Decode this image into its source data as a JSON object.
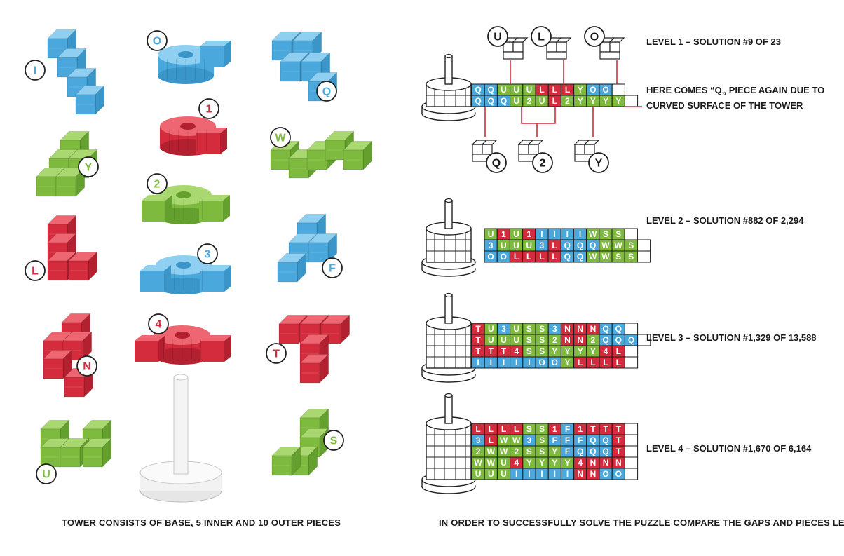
{
  "colors": {
    "blue": "#4aa8dc",
    "green": "#7dba3e",
    "red": "#d42c3c",
    "outline": "#1a1a1a",
    "white": "#ffffff"
  },
  "pieces": [
    {
      "label": "I",
      "color": "blue"
    },
    {
      "label": "O",
      "color": "blue"
    },
    {
      "label": "Q",
      "color": "blue"
    },
    {
      "label": "Y",
      "color": "green"
    },
    {
      "label": "1",
      "color": "red"
    },
    {
      "label": "W",
      "color": "green"
    },
    {
      "label": "2",
      "color": "green"
    },
    {
      "label": "L",
      "color": "red"
    },
    {
      "label": "3",
      "color": "blue"
    },
    {
      "label": "F",
      "color": "blue"
    },
    {
      "label": "4",
      "color": "red"
    },
    {
      "label": "N",
      "color": "red"
    },
    {
      "label": "T",
      "color": "red"
    },
    {
      "label": "U",
      "color": "green"
    },
    {
      "label": "S",
      "color": "green"
    }
  ],
  "captions": {
    "left": "TOWER CONSISTS OF BASE, 5 INNER AND 10 OUTER PIECES",
    "right": "IN ORDER TO SUCCESSFULLY SOLVE THE PUZZLE COMPARE THE GAPS AND PIECES LEFT"
  },
  "level1_note": {
    "line1": "HERE COMES “Q„ PIECE AGAIN DUE TO",
    "line2": "CURVED SURFACE OF THE TOWER"
  },
  "level1_callouts_top": [
    "U",
    "L",
    "O"
  ],
  "level1_callouts_bottom": [
    "Q",
    "2",
    "Y"
  ],
  "levels": [
    {
      "title": "LEVEL 1 – SOLUTION #9 OF 23",
      "rows": [
        {
          "cells": [
            [
              "Q",
              "b"
            ],
            [
              "Q",
              "b"
            ],
            [
              "U",
              "g"
            ],
            [
              "U",
              "g"
            ],
            [
              "U",
              "g"
            ],
            [
              "L",
              "r"
            ],
            [
              "L",
              "r"
            ],
            [
              "L",
              "r"
            ],
            [
              "Y",
              "g"
            ],
            [
              "O",
              "b"
            ],
            [
              "O",
              "b"
            ]
          ]
        },
        {
          "cells": [
            [
              "Q",
              "b"
            ],
            [
              "Q",
              "b"
            ],
            [
              "Q",
              "b"
            ],
            [
              "U",
              "g"
            ],
            [
              "2",
              "g"
            ],
            [
              "U",
              "g"
            ],
            [
              "L",
              "r"
            ],
            [
              "2",
              "g"
            ],
            [
              "Y",
              "g"
            ],
            [
              "Y",
              "g"
            ],
            [
              "Y",
              "g"
            ],
            [
              "Y",
              "g"
            ]
          ]
        }
      ]
    },
    {
      "title": "LEVEL 2 – SOLUTION #882 OF 2,294",
      "rows": [
        {
          "cells": [
            [
              "U",
              "g"
            ],
            [
              "1",
              "r"
            ],
            [
              "U",
              "g"
            ],
            [
              "1",
              "r"
            ],
            [
              "I",
              "b"
            ],
            [
              "I",
              "b"
            ],
            [
              "I",
              "b"
            ],
            [
              "I",
              "b"
            ],
            [
              "W",
              "g"
            ],
            [
              "S",
              "g"
            ],
            [
              "S",
              "g"
            ]
          ]
        },
        {
          "cells": [
            [
              "3",
              "b"
            ],
            [
              "U",
              "g"
            ],
            [
              "U",
              "g"
            ],
            [
              "U",
              "g"
            ],
            [
              "3",
              "b"
            ],
            [
              "L",
              "r"
            ],
            [
              "Q",
              "b"
            ],
            [
              "Q",
              "b"
            ],
            [
              "Q",
              "b"
            ],
            [
              "W",
              "g"
            ],
            [
              "W",
              "g"
            ],
            [
              "S",
              "g"
            ]
          ]
        },
        {
          "cells": [
            [
              "O",
              "b"
            ],
            [
              "O",
              "b"
            ],
            [
              "L",
              "r"
            ],
            [
              "L",
              "r"
            ],
            [
              "L",
              "r"
            ],
            [
              "L",
              "r"
            ],
            [
              "Q",
              "b"
            ],
            [
              "Q",
              "b"
            ],
            [
              "W",
              "g"
            ],
            [
              "W",
              "g"
            ],
            [
              "S",
              "g"
            ],
            [
              "S",
              "g"
            ]
          ]
        }
      ]
    },
    {
      "title": "LEVEL 3 – SOLUTION #1,329 OF 13,588",
      "rows": [
        {
          "cells": [
            [
              "T",
              "r"
            ],
            [
              "U",
              "g"
            ],
            [
              "3",
              "b"
            ],
            [
              "U",
              "g"
            ],
            [
              "S",
              "g"
            ],
            [
              "S",
              "g"
            ],
            [
              "3",
              "b"
            ],
            [
              "N",
              "r"
            ],
            [
              "N",
              "r"
            ],
            [
              "N",
              "r"
            ],
            [
              "Q",
              "b"
            ],
            [
              "Q",
              "b"
            ]
          ]
        },
        {
          "cells": [
            [
              "T",
              "r"
            ],
            [
              "U",
              "g"
            ],
            [
              "U",
              "g"
            ],
            [
              "U",
              "g"
            ],
            [
              "S",
              "g"
            ],
            [
              "S",
              "g"
            ],
            [
              "2",
              "g"
            ],
            [
              "N",
              "r"
            ],
            [
              "N",
              "r"
            ],
            [
              "2",
              "g"
            ],
            [
              "Q",
              "b"
            ],
            [
              "Q",
              "b"
            ],
            [
              "Q",
              "b"
            ]
          ]
        },
        {
          "cells": [
            [
              "T",
              "r"
            ],
            [
              "T",
              "r"
            ],
            [
              "T",
              "r"
            ],
            [
              "4",
              "r"
            ],
            [
              "S",
              "g"
            ],
            [
              "S",
              "g"
            ],
            [
              "Y",
              "g"
            ],
            [
              "Y",
              "g"
            ],
            [
              "Y",
              "g"
            ],
            [
              "Y",
              "g"
            ],
            [
              "4",
              "r"
            ],
            [
              "L",
              "r"
            ]
          ]
        },
        {
          "cells": [
            [
              "I",
              "b"
            ],
            [
              "I",
              "b"
            ],
            [
              "I",
              "b"
            ],
            [
              "I",
              "b"
            ],
            [
              "I",
              "b"
            ],
            [
              "O",
              "b"
            ],
            [
              "O",
              "b"
            ],
            [
              "Y",
              "g"
            ],
            [
              "L",
              "r"
            ],
            [
              "L",
              "r"
            ],
            [
              "L",
              "r"
            ],
            [
              "L",
              "r"
            ]
          ]
        }
      ]
    },
    {
      "title": "LEVEL 4 – SOLUTION #1,670 OF 6,164",
      "rows": [
        {
          "cells": [
            [
              "L",
              "r"
            ],
            [
              "L",
              "r"
            ],
            [
              "L",
              "r"
            ],
            [
              "L",
              "r"
            ],
            [
              "S",
              "g"
            ],
            [
              "S",
              "g"
            ],
            [
              "1",
              "r"
            ],
            [
              "F",
              "b"
            ],
            [
              "1",
              "r"
            ],
            [
              "T",
              "r"
            ],
            [
              "T",
              "r"
            ],
            [
              "T",
              "r"
            ]
          ]
        },
        {
          "cells": [
            [
              "3",
              "b"
            ],
            [
              "L",
              "r"
            ],
            [
              "W",
              "g"
            ],
            [
              "W",
              "g"
            ],
            [
              "3",
              "b"
            ],
            [
              "S",
              "g"
            ],
            [
              "F",
              "b"
            ],
            [
              "F",
              "b"
            ],
            [
              "F",
              "b"
            ],
            [
              "Q",
              "b"
            ],
            [
              "Q",
              "b"
            ],
            [
              "T",
              "r"
            ]
          ]
        },
        {
          "cells": [
            [
              "2",
              "g"
            ],
            [
              "W",
              "g"
            ],
            [
              "W",
              "g"
            ],
            [
              "2",
              "g"
            ],
            [
              "S",
              "g"
            ],
            [
              "S",
              "g"
            ],
            [
              "Y",
              "g"
            ],
            [
              "F",
              "b"
            ],
            [
              "Q",
              "b"
            ],
            [
              "Q",
              "b"
            ],
            [
              "Q",
              "b"
            ],
            [
              "T",
              "r"
            ]
          ]
        },
        {
          "cells": [
            [
              "W",
              "g"
            ],
            [
              "W",
              "g"
            ],
            [
              "U",
              "g"
            ],
            [
              "4",
              "r"
            ],
            [
              "Y",
              "g"
            ],
            [
              "Y",
              "g"
            ],
            [
              "Y",
              "g"
            ],
            [
              "Y",
              "g"
            ],
            [
              "4",
              "r"
            ],
            [
              "N",
              "r"
            ],
            [
              "N",
              "r"
            ],
            [
              "N",
              "r"
            ]
          ]
        },
        {
          "cells": [
            [
              "U",
              "g"
            ],
            [
              "U",
              "g"
            ],
            [
              "U",
              "g"
            ],
            [
              "I",
              "b"
            ],
            [
              "I",
              "b"
            ],
            [
              "I",
              "b"
            ],
            [
              "I",
              "b"
            ],
            [
              "I",
              "b"
            ],
            [
              "N",
              "r"
            ],
            [
              "N",
              "r"
            ],
            [
              "O",
              "b"
            ],
            [
              "O",
              "b"
            ]
          ]
        }
      ]
    }
  ]
}
